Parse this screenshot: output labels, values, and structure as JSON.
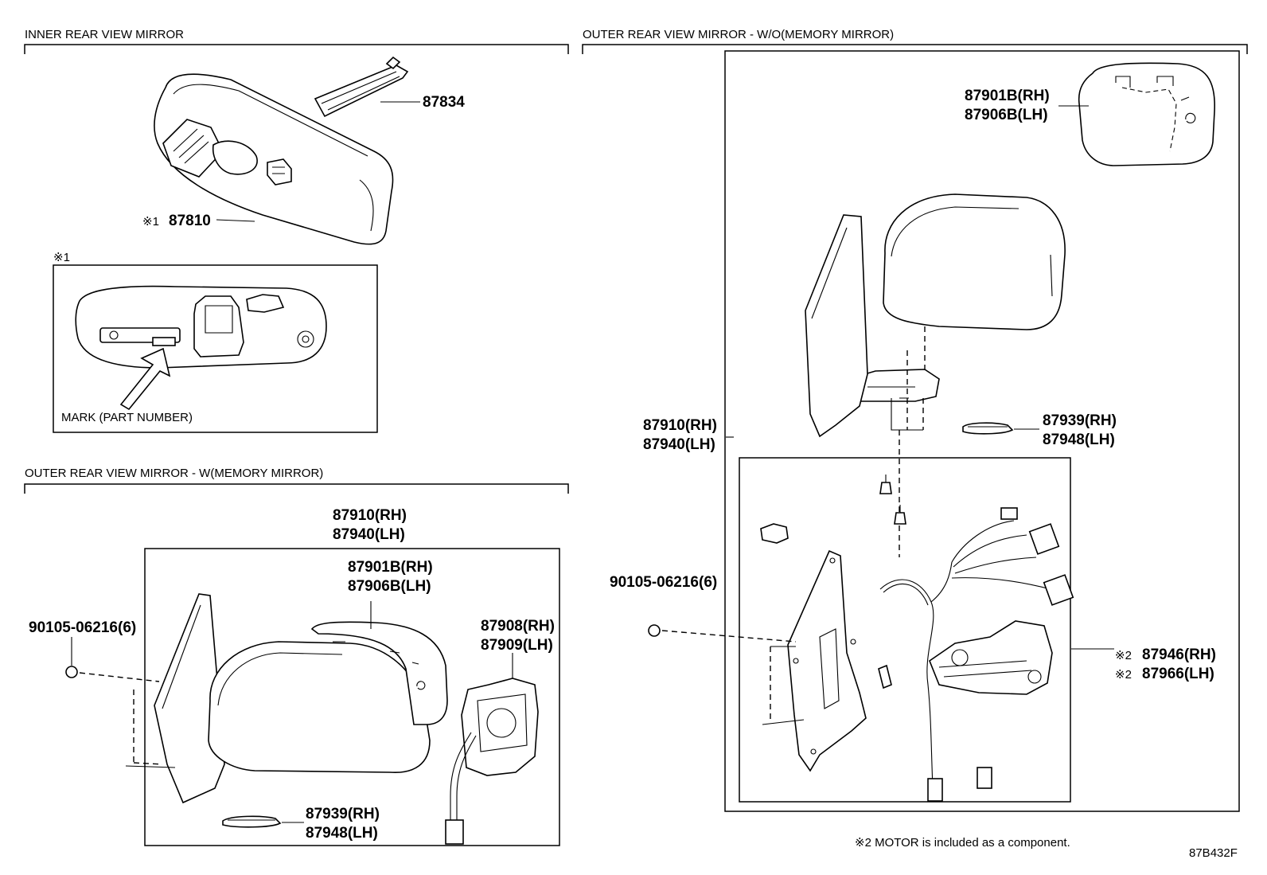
{
  "sections": {
    "inner": "INNER REAR VIEW MIRROR",
    "outer_wo": "OUTER REAR VIEW MIRROR - W/O(MEMORY MIRROR)",
    "outer_w": "OUTER REAR VIEW MIRROR - W(MEMORY MIRROR)"
  },
  "inner_parts": {
    "bracket": "87834",
    "mirror_mark": "※1",
    "mirror": "87810",
    "detail_mark": "※1",
    "mark_label": "MARK (PART NUMBER)"
  },
  "outer_wo_parts": {
    "glass_rh": "87901B(RH)",
    "glass_lh": "87906B(LH)",
    "assy_rh": "87910(RH)",
    "assy_lh": "87940(LH)",
    "lamp_rh": "87939(RH)",
    "lamp_lh": "87948(LH)",
    "screw": "90105-06216(6)",
    "motor_mark_rh": "※2",
    "motor_rh": "87946(RH)",
    "motor_mark_lh": "※2",
    "motor_lh": "87966(LH)"
  },
  "outer_w_parts": {
    "assy_rh": "87910(RH)",
    "assy_lh": "87940(LH)",
    "glass_rh": "87901B(RH)",
    "glass_lh": "87906B(LH)",
    "motor_rh": "87908(RH)",
    "motor_lh": "87909(LH)",
    "screw": "90105-06216(6)",
    "lamp_rh": "87939(RH)",
    "lamp_lh": "87948(LH)"
  },
  "footnote": "※2 MOTOR is included as a component.",
  "figure_code": "87B432F"
}
